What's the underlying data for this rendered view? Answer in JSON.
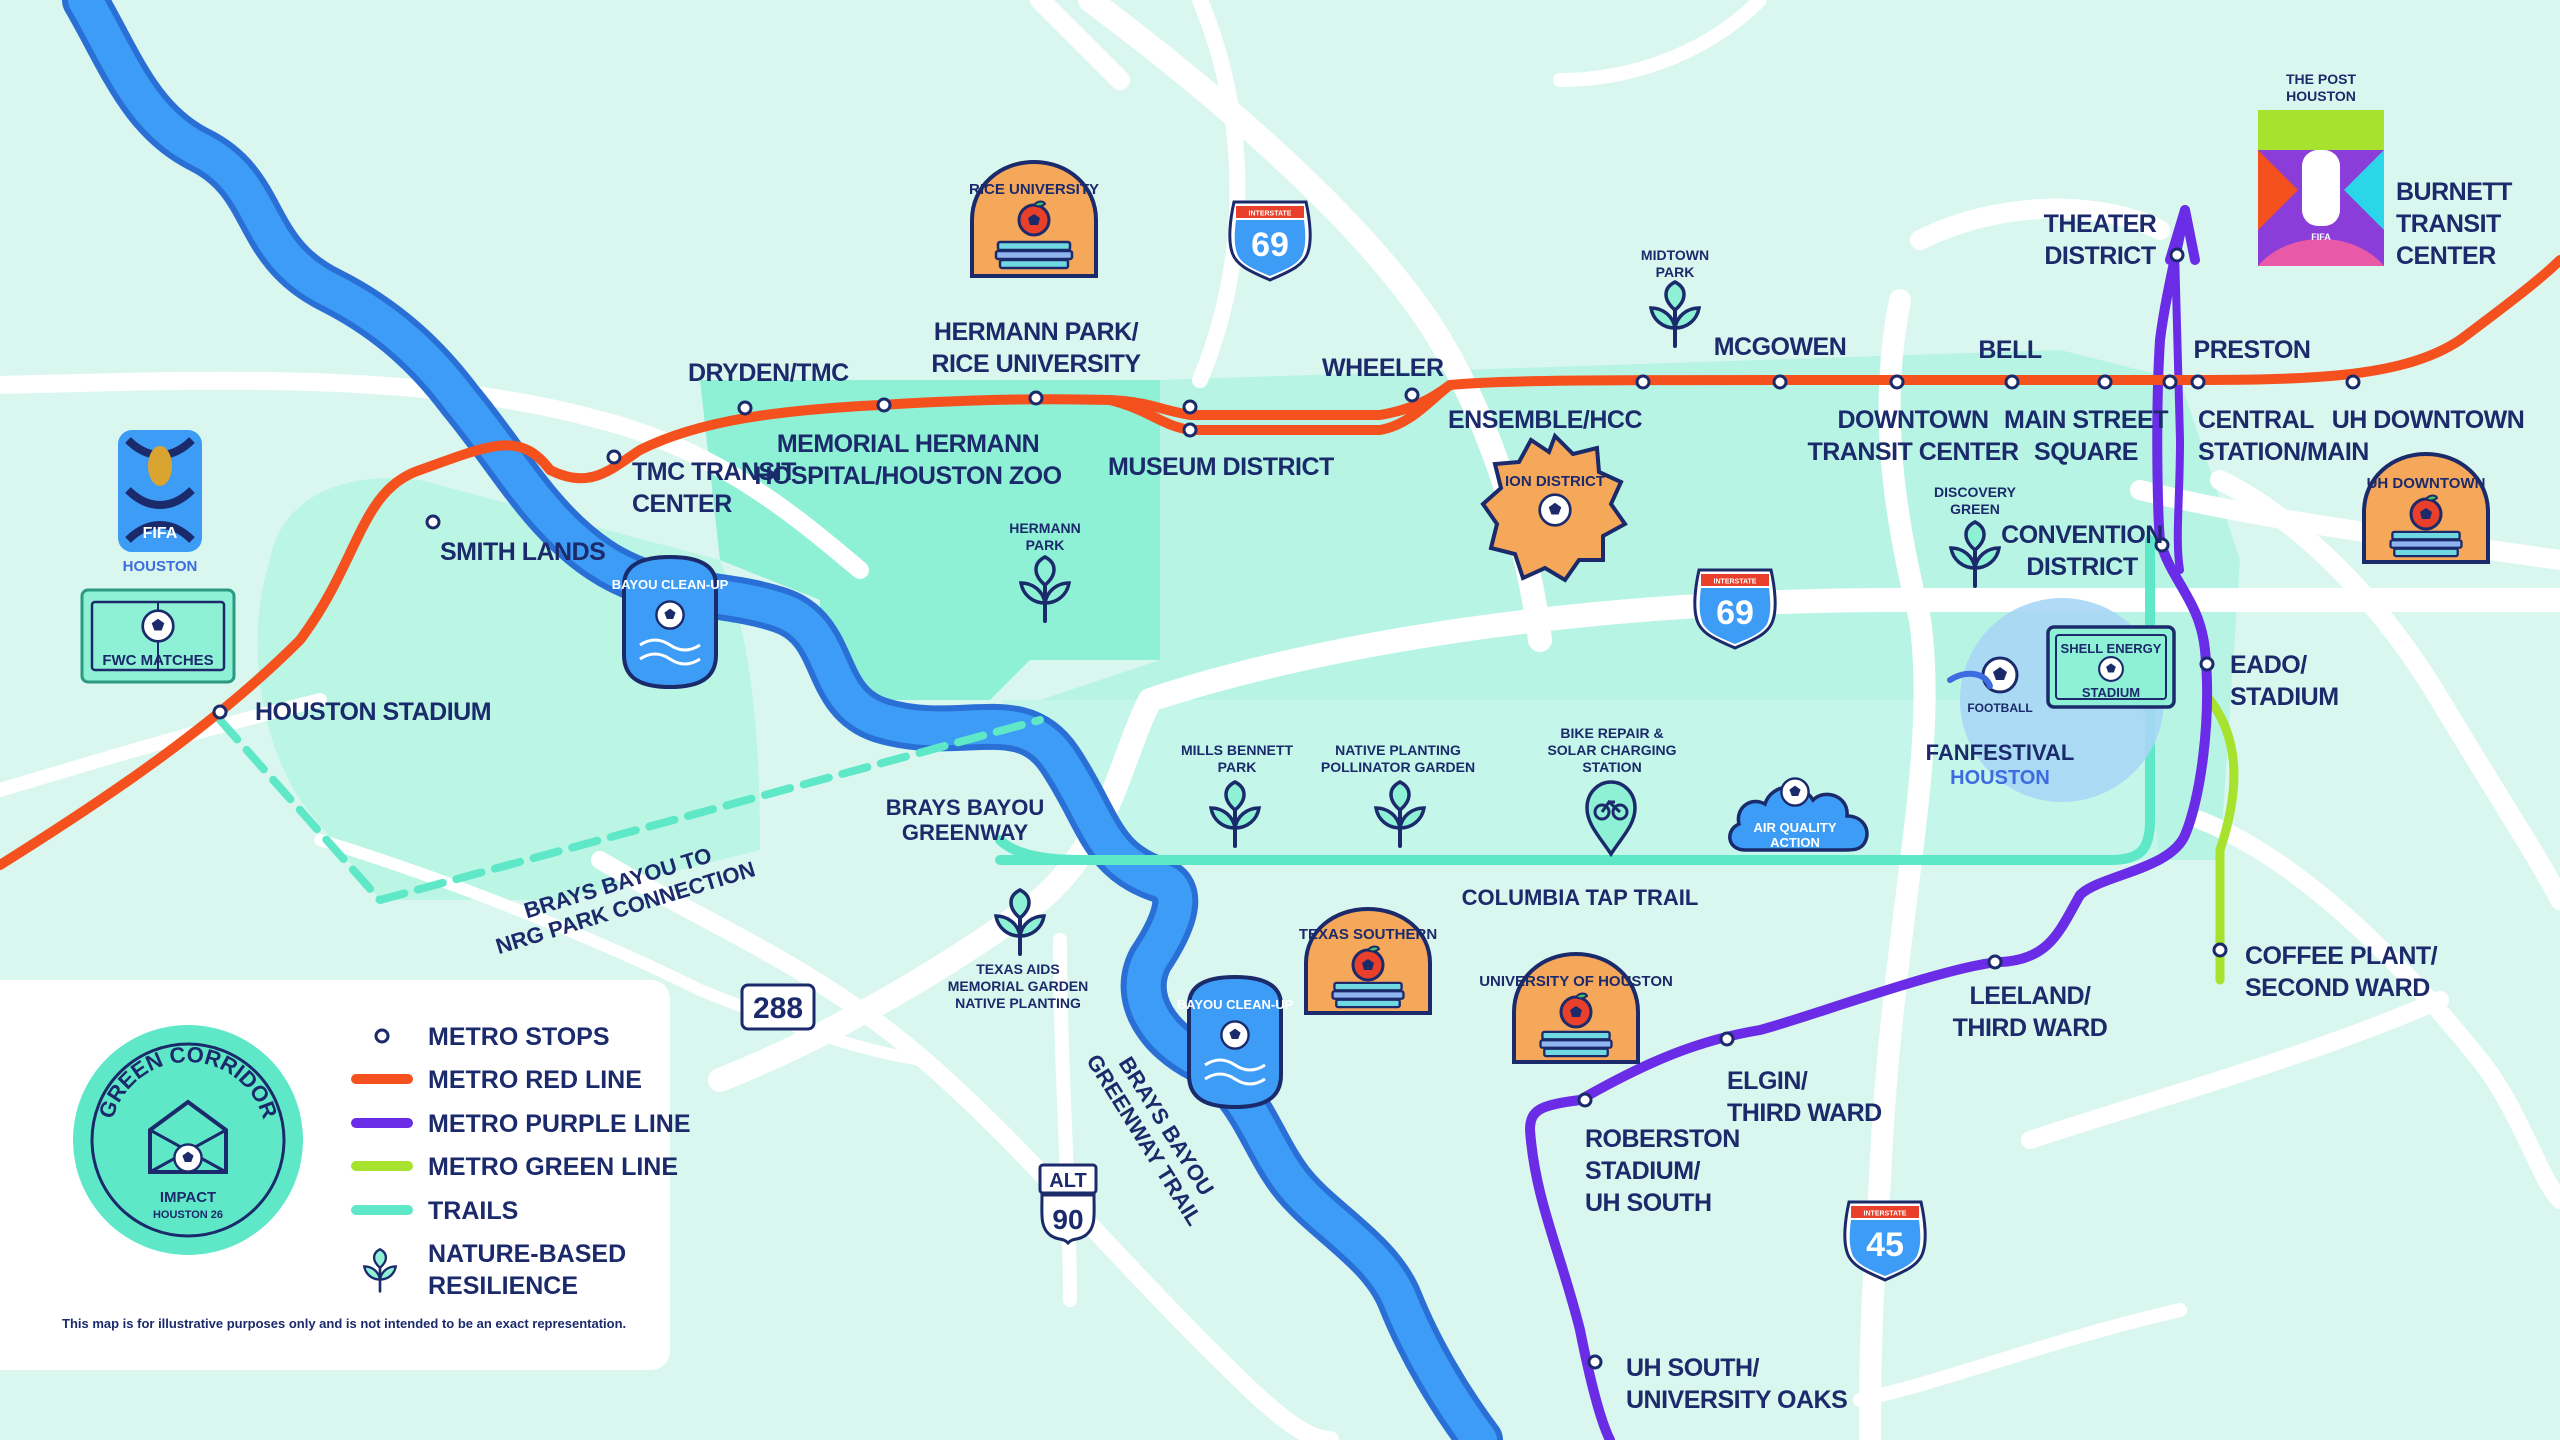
{
  "colors": {
    "background": "#d9f7ee",
    "district": "#8ef0d5",
    "bayou": "#3d8ff0",
    "bayou_outline": "#2468d8",
    "street": "#ffffff",
    "red_line": "#f4511e",
    "purple_line": "#6a2ce6",
    "green_line": "#a6e22e",
    "trail": "#5fe8c8",
    "text": "#1b2a6b",
    "badge_orange": "#f6a85a",
    "badge_blue": "#3d8ff0"
  },
  "stations": {
    "houston_stadium": "HOUSTON STADIUM",
    "smith_lands": "SMITH LANDS",
    "tmc_transit_1": "TMC TRANSIT",
    "tmc_transit_2": "CENTER",
    "dryden": "DRYDEN/TMC",
    "memorial_1": "MEMORIAL HERMANN",
    "memorial_2": "HOSPITAL/HOUSTON ZOO",
    "hermann_1": "HERMANN PARK/",
    "hermann_2": "RICE UNIVERSITY",
    "museum": "MUSEUM DISTRICT",
    "wheeler": "WHEELER",
    "ensemble": "ENSEMBLE/HCC",
    "mcgowen": "MCGOWEN",
    "downtown_tc_1": "DOWNTOWN",
    "downtown_tc_2": "TRANSIT CENTER",
    "bell": "BELL",
    "main_st_1": "MAIN STREET",
    "main_st_2": "SQUARE",
    "preston": "PRESTON",
    "central_1": "CENTRAL",
    "central_2": "STATION/MAIN",
    "uh_downtown": "UH DOWNTOWN",
    "theater_1": "THEATER",
    "theater_2": "DISTRICT",
    "burnett_1": "BURNETT",
    "burnett_2": "TRANSIT",
    "burnett_3": "CENTER",
    "convention_1": "CONVENTION",
    "convention_2": "DISTRICT",
    "eado_1": "EADO/",
    "eado_2": "STADIUM",
    "coffee_1": "COFFEE PLANT/",
    "coffee_2": "SECOND WARD",
    "leeland_1": "LEELAND/",
    "leeland_2": "THIRD WARD",
    "elgin_1": "ELGIN/",
    "elgin_2": "THIRD WARD",
    "roberston_1": "ROBERSTON",
    "roberston_2": "STADIUM/",
    "roberston_3": "UH SOUTH",
    "uh_south_1": "UH SOUTH/",
    "uh_south_2": "UNIVERSITY OAKS"
  },
  "poi": {
    "midtown_1": "MIDTOWN",
    "midtown_2": "PARK",
    "hermann_park_1": "HERMANN",
    "hermann_park_2": "PARK",
    "discovery_1": "DISCOVERY",
    "discovery_2": "GREEN",
    "mills_1": "MILLS BENNETT",
    "mills_2": "PARK",
    "native_1": "NATIVE PLANTING",
    "native_2": "POLLINATOR GARDEN",
    "bike_1": "BIKE REPAIR &",
    "bike_2": "SOLAR CHARGING",
    "bike_3": "STATION",
    "aids_1": "TEXAS AIDS",
    "aids_2": "MEMORIAL GARDEN",
    "aids_3": "NATIVE PLANTING",
    "brays_greenway_1": "BRAYS BAYOU",
    "brays_greenway_2": "GREENWAY",
    "nrg_1": "BRAYS BAYOU TO",
    "nrg_2": "NRG PARK CONNECTION",
    "columbia": "COLUMBIA TAP TRAIL",
    "brays_trail_1": "BRAYS BAYOU",
    "brays_trail_2": "GREENWAY TRAIL",
    "post_1": "THE POST",
    "post_2": "HOUSTON"
  },
  "badges": {
    "rice": "RICE UNIVERSITY",
    "ion": "ION DISTRICT",
    "texas_southern": "TEXAS SOUTHERN",
    "uh": "UNIVERSITY OF HOUSTON",
    "uh_downtown": "UH DOWNTOWN",
    "bayou_cleanup": "BAYOU CLEAN-UP",
    "air_quality_1": "AIR QUALITY",
    "air_quality_2": "ACTION",
    "shell_1": "SHELL ENERGY",
    "shell_2": "STADIUM",
    "football": "FOOTBALL",
    "fanfestival": "FANFESTIVAL",
    "fanfestival_city": "HOUSTON",
    "fifa": "FIFA",
    "fifa_city": "HOUSTON",
    "fwc": "FWC MATCHES",
    "volunteer": "FIFA"
  },
  "highways": {
    "i69_top_shield": "INTERSTATE",
    "i69_top": "69",
    "i69_mid_shield": "INTERSTATE",
    "i69_mid": "69",
    "i45_shield": "INTERSTATE",
    "i45": "45",
    "sh288": "288",
    "alt_label": "ALT",
    "us90": "90"
  },
  "legend": {
    "stops": "METRO STOPS",
    "red": "METRO RED LINE",
    "purple": "METRO PURPLE LINE",
    "green": "METRO GREEN LINE",
    "trails": "TRAILS",
    "nature_1": "NATURE-BASED",
    "nature_2": "RESILIENCE",
    "logo_title": "GREEN CORRIDOR",
    "logo_sub_1": "IMPACT",
    "logo_sub_2": "HOUSTON 26",
    "disclaimer": "This map is for illustrative purposes only and is not intended to be an exact representation."
  }
}
